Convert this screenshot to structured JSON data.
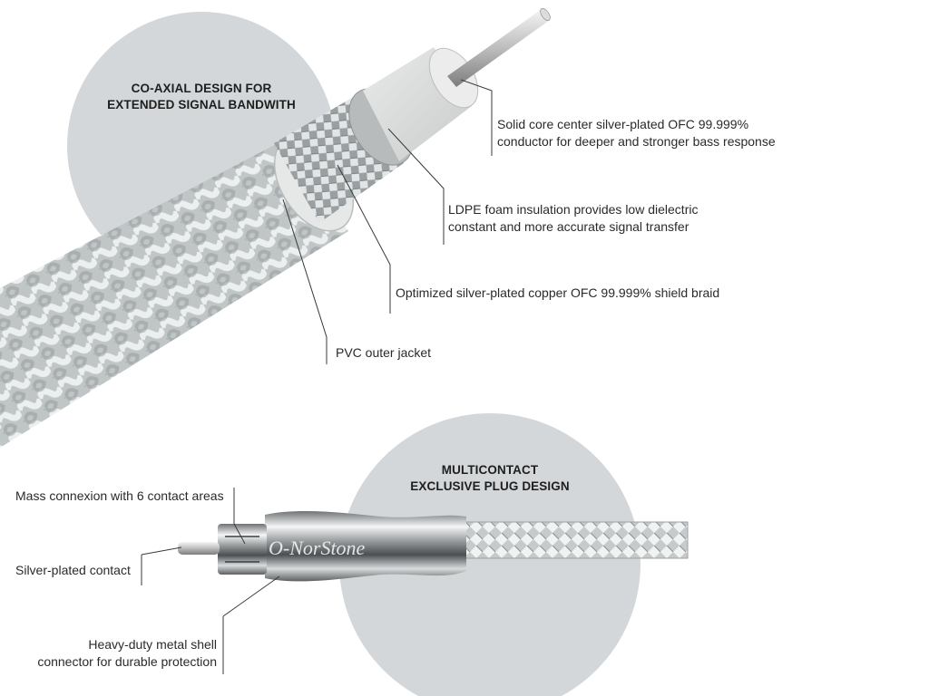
{
  "headings": {
    "coaxial": "CO-AXIAL DESIGN FOR\nEXTENDED SIGNAL BANDWITH",
    "multicontact": "MULTICONTACT\nEXCLUSIVE PLUG DESIGN"
  },
  "cable_callouts": {
    "conductor": "Solid core center silver-plated OFC 99.999%\nconductor for deeper and stronger bass response",
    "insulation": "LDPE foam insulation provides low dielectric\nconstant and more accurate signal transfer",
    "braid": "Optimized silver-plated copper OFC 99.999% shield braid",
    "jacket": "PVC outer jacket"
  },
  "plug_callouts": {
    "mass": "Mass connexion with 6 contact areas",
    "contact": "Silver-plated contact",
    "shell": "Heavy-duty metal shell\nconnector for durable protection"
  },
  "brand": "O-NorStone",
  "colors": {
    "circle": "#d4d7d9",
    "leader": "#3a3a3a",
    "text": "#2a2a2a"
  },
  "icons": {
    "cable": "coaxial-cable-illustration",
    "plug": "rca-plug-illustration"
  }
}
